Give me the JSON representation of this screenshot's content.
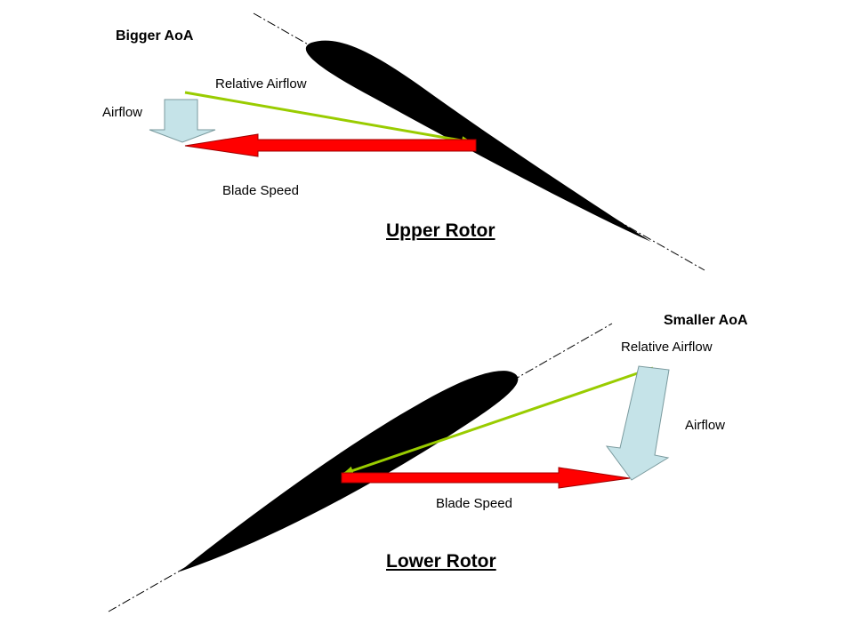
{
  "upper": {
    "aoa_label": "Bigger AoA",
    "relative_airflow_label": "Relative Airflow",
    "airflow_label": "Airflow",
    "blade_speed_label": "Blade Speed",
    "title": "Upper Rotor"
  },
  "lower": {
    "aoa_label": "Smaller AoA",
    "relative_airflow_label": "Relative Airflow",
    "airflow_label": "Airflow",
    "blade_speed_label": "Blade Speed",
    "title": "Lower Rotor"
  },
  "colors": {
    "blade": "#000000",
    "relative_airflow": "#99cc00",
    "blade_speed": "#ff0000",
    "airflow": "#c5e3e8"
  }
}
